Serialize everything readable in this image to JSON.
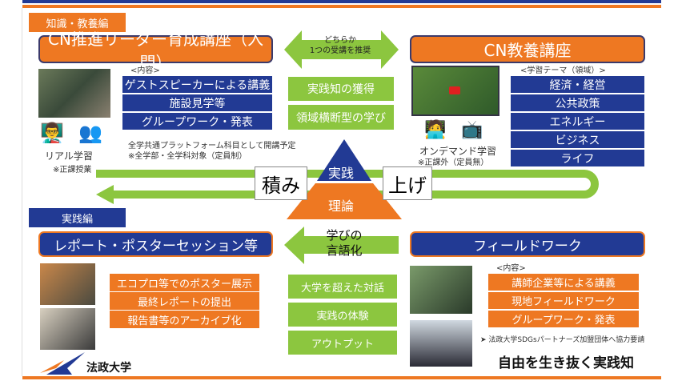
{
  "top": {
    "section1": "知識・教養編",
    "section2": "実践編"
  },
  "intro_course": {
    "title": "CN推進リーダー育成講座（入門）",
    "content_label": "<内容>",
    "items": [
      "ゲストスピーカーによる講義",
      "施設見学等",
      "グループワーク・発表"
    ],
    "note1": "全学共通プラットフォーム科目として開講予定",
    "note2": "※全学部・全学科対象（定員制）",
    "mode": "リアル学習",
    "mode_note": "※正課授業"
  },
  "recommend_arrow": {
    "line1": "どちらか",
    "line2": "1つの受講を推奨"
  },
  "liberal_course": {
    "title": "CN教養講座",
    "theme_label": "<学習テーマ（領域）>",
    "themes": [
      "経済・経営",
      "公共政策",
      "エネルギー",
      "ビジネス",
      "ライフ"
    ],
    "mode": "オンデマンド学習",
    "mode_note": "※正課外（定員無）"
  },
  "center_top": [
    "実践知の獲得",
    "領域横断型の学び"
  ],
  "pyramid": {
    "top": "実践",
    "bottom": "理論",
    "left": "積み",
    "right": "上げ"
  },
  "verbalize_arrow": {
    "line1": "学びの",
    "line2": "言語化"
  },
  "center_bottom": [
    "大学を超えた対話",
    "実践の体験",
    "アウトプット"
  ],
  "report": {
    "title": "レポート・ポスターセッション等",
    "items": [
      "エコプロ等でのポスター展示",
      "最終レポートの提出",
      "報告書等のアーカイブ化"
    ]
  },
  "fieldwork": {
    "title": "フィールドワーク",
    "content_label": "<内容>",
    "items": [
      "講師企業等による講義",
      "現地フィールドワーク",
      "グループワーク・発表"
    ],
    "note": "➤ 法政大学SDGsパートナーズ加盟団体へ協力要請"
  },
  "footer": {
    "university": "法政大学",
    "slogan": "自由を生き抜く実践知"
  },
  "colors": {
    "blue": "#223a94",
    "orange": "#ee7822",
    "green": "#8cc63f"
  }
}
